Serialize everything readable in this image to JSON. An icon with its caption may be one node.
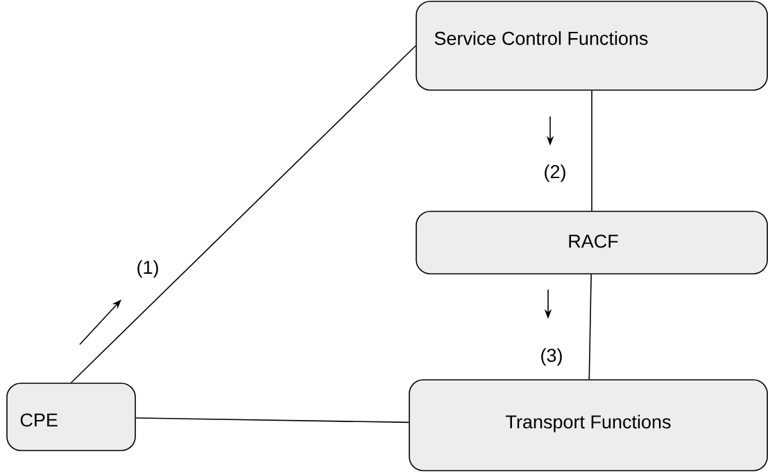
{
  "diagram": {
    "nodes": [
      {
        "text": [
          "Service Control Functions"
        ]
      },
      {
        "text": [
          "RACF"
        ]
      },
      {
        "text": [
          "CPE"
        ]
      },
      {
        "text": [
          "Transport Functions"
        ]
      }
    ],
    "edges": [
      {
        "from": 2,
        "to": 0,
        "arrow": "none"
      },
      {
        "from": 0,
        "to": 1,
        "arrow": "none"
      },
      {
        "from": 1,
        "to": 3,
        "arrow": "none"
      },
      {
        "from": 2,
        "to": 3,
        "arrow": "none"
      }
    ],
    "labels": [
      "(1)",
      "(2)",
      "(3)"
    ]
  }
}
